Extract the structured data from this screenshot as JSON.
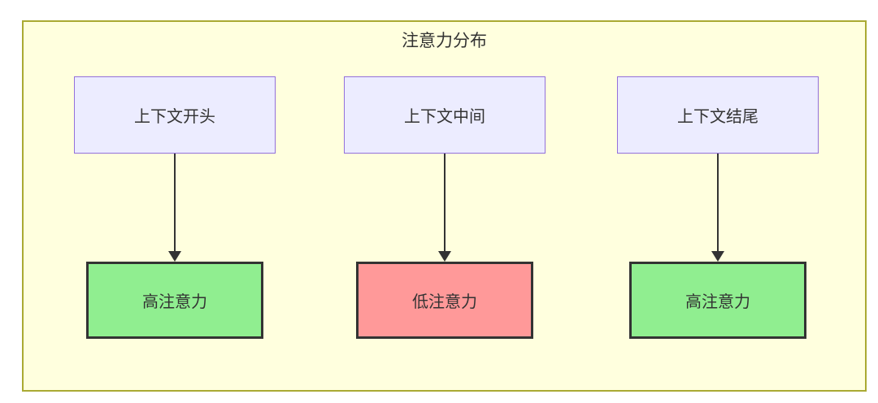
{
  "diagram": {
    "title": "注意力分布",
    "colors": {
      "canvas_bg": "#ffffde",
      "canvas_border": "#aaaa33",
      "context_fill": "#ECECFF",
      "context_border": "#9370DB",
      "high_fill": "#90EE90",
      "low_fill": "#FF9999",
      "emphasis_border": "#333333",
      "arrow": "#333333",
      "text": "#333333"
    },
    "columns": [
      {
        "source": "上下文开头",
        "target": "高注意力",
        "level": "high"
      },
      {
        "source": "上下文中间",
        "target": "低注意力",
        "level": "low"
      },
      {
        "source": "上下文结尾",
        "target": "高注意力",
        "level": "high"
      }
    ]
  }
}
